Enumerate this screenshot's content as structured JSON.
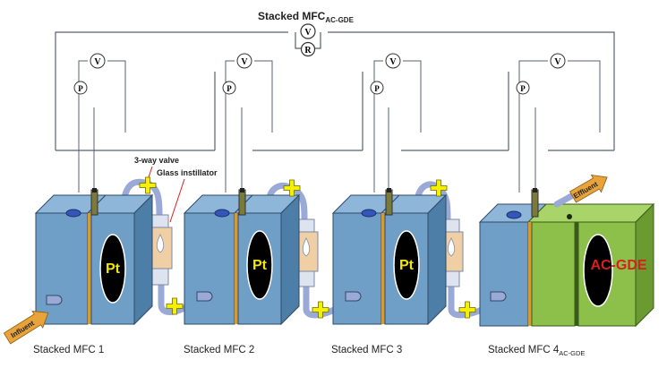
{
  "title": {
    "main": "Stacked MFC",
    "sub": "AC-GDE"
  },
  "meters": {
    "voltmeter": "V",
    "pressure": "P",
    "resistor": "R"
  },
  "annotations": {
    "valve": "3-way valve",
    "instillator": "Glass instillator"
  },
  "flows": {
    "influent": "Influent",
    "effluent": "Effluent"
  },
  "cells": [
    {
      "caption": "Stacked MFC 1",
      "caption_sub": "",
      "cathode": "Pt"
    },
    {
      "caption": "Stacked MFC 2",
      "caption_sub": "",
      "cathode": "Pt"
    },
    {
      "caption": "Stacked MFC 3",
      "caption_sub": "",
      "cathode": "Pt"
    },
    {
      "caption": "Stacked MFC 4",
      "caption_sub": "AC-GDE",
      "cathode": "AC-GDE"
    }
  ],
  "colors": {
    "wire": "#5a6170",
    "cell_front": "#6f9ec6",
    "cell_top": "#8db6d9",
    "cell_side": "#4d7ea8",
    "separator": "#d49a3a",
    "gde_front": "#8cc04a",
    "gde_top": "#a9d46a",
    "gde_side": "#6a9a30",
    "tube": "#9aa9d6",
    "plus": "#f4f000",
    "arrow": "#e8a33a",
    "pt_text": "#f3e400",
    "gde_text": "#d81e1e"
  }
}
